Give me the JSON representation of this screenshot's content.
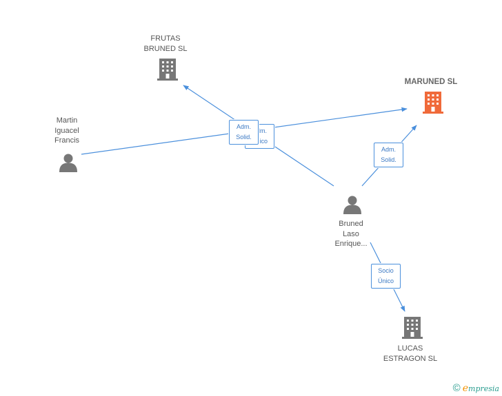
{
  "nodes": {
    "frutas": {
      "line1": "FRUTAS",
      "line2": "BRUNED SL"
    },
    "maruned": {
      "line1": "MARUNED SL"
    },
    "martin": {
      "line1": "Martin",
      "line2": "Iguacel",
      "line3": "Francis"
    },
    "bruned": {
      "line1": "Bruned",
      "line2": "Laso",
      "line3": "Enrique..."
    },
    "lucas": {
      "line1": "LUCAS",
      "line2": "ESTRAGON SL"
    }
  },
  "edges": {
    "martin_front": {
      "line1": "Adm.",
      "line2": "Solid."
    },
    "martin_back": {
      "line1": "Adm.",
      "line2": "Único"
    },
    "bruned_maruned": {
      "line1": "Adm.",
      "line2": "Solid."
    },
    "bruned_lucas": {
      "line1": "Socio",
      "line2": "Único"
    }
  },
  "colors": {
    "edge": "#4a8fdc",
    "company": "#777777",
    "company_main": "#f06a3a",
    "person": "#777777"
  },
  "footer": {
    "copyright": "©",
    "brand_initial": "e",
    "brand_rest": "mpresia"
  }
}
